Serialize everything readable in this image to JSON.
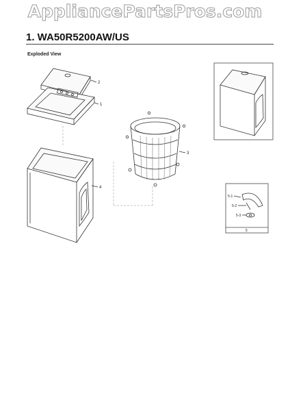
{
  "watermark": "AppliancePartsPros.com",
  "header": {
    "title": "1.  WA50R5200AW/US",
    "subtitle": "Exploded View"
  },
  "callouts": {
    "lid": "2",
    "control_panel": "1",
    "tub": "3",
    "cabinet": "4",
    "detail_a": "5-1",
    "detail_b": "5-2",
    "detail_c": "5-3",
    "detail_caption": "5"
  }
}
